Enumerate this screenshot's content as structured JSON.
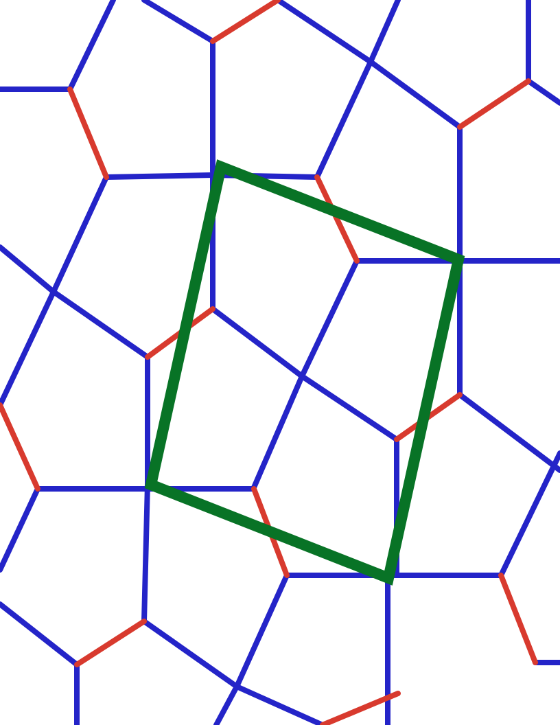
{
  "figure": {
    "kind": "pentagonal-tiling",
    "description_visible_text": "",
    "colors": {
      "background": "#ffffff",
      "blue_edge": "#2424c8",
      "red_edge": "#d83a2e",
      "highlight": "#087326"
    },
    "edge_types": [
      "blue",
      "red"
    ],
    "highlight_shape": "parallelogram-unit-cell"
  }
}
